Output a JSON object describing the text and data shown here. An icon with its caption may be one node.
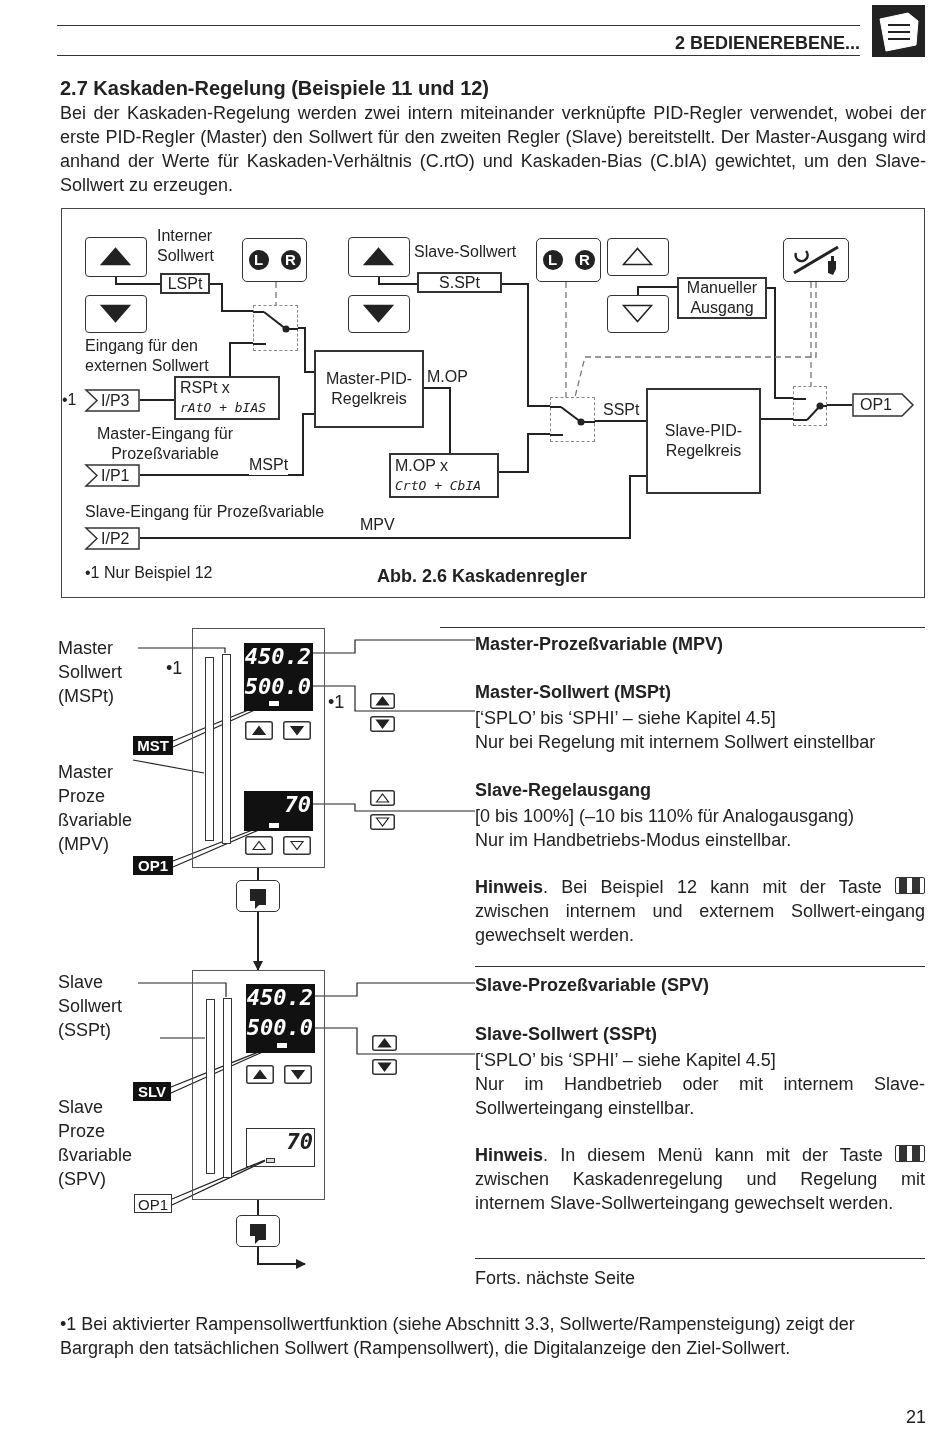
{
  "diagram": {
    "title": "2.7 Kaskaden-Regelung (Beispiele 11 und 12)",
    "caption": "Abb. 2.6 Kaskadenregler",
    "nodes": [
      {
        "text": [],
        "shape": "box"
      },
      {
        "text": [],
        "shape": "box"
      },
      {
        "text": [
          "LSPt"
        ],
        "beside": [
          "Interner Sollwert"
        ]
      },
      {
        "text": [
          "L",
          "R"
        ]
      },
      {
        "text": [],
        "shape": "switch"
      },
      {
        "text": [
          "I/P3"
        ],
        "beside": [
          "•1"
        ]
      },
      {
        "text": [
          "RSPt x",
          "rAtO + bIAS"
        ]
      },
      {
        "text": [
          "Master-PID- Regelkreis"
        ]
      },
      {
        "text": [
          "I/P1"
        ],
        "beside": [
          "Master-Eingang für Prozeßvariable"
        ]
      },
      {
        "text": [
          "M.OP x",
          "CrtO + CbIA"
        ]
      },
      {
        "text": [
          "I/P2"
        ],
        "beside": [
          "Slave-Eingang für Prozeßvariable"
        ]
      },
      {
        "text": [],
        "shape": "box"
      },
      {
        "text": [],
        "shape": "box"
      },
      {
        "text": [
          "S.SPt"
        ]
      },
      {
        "text": [
          "L",
          "R"
        ]
      },
      {
        "text": [],
        "shape": "switch"
      },
      {
        "text": [
          "Slave-PID- Regelkreis"
        ]
      },
      {
        "text": [],
        "shape": "box"
      },
      {
        "text": [],
        "shape": "box"
      },
      {
        "text": [
          "Manueller Ausgang"
        ]
      },
      {
        "text": [],
        "shape": "box"
      },
      {
        "text": [],
        "shape": "switch"
      },
      {
        "text": [
          "OP1"
        ]
      },
      {
        "text": [],
        "shape": "box"
      },
      {
        "text": [
          "450.2"
        ],
        "in": 23
      },
      {
        "text": [
          "500.0"
        ],
        "in": 23
      },
      {
        "text": [
          "70"
        ],
        "in": 23
      },
      {
        "text": [
          "Master Sollwert (MSPt)"
        ]
      },
      {
        "text": [],
        "shape": "bar",
        "in": 23
      },
      {
        "text": [],
        "shape": "bar",
        "in": 23
      },
      {
        "text": [
          "Master Proze ßvariable (MPV)"
        ]
      },
      {
        "text": [
          "MST"
        ]
      },
      {
        "text": [],
        "shape": "box",
        "in": 23
      },
      {
        "text": [
          "OP1"
        ]
      },
      {
        "text": [],
        "shape": "box",
        "in": 23
      },
      {
        "text": [
          "Master-Prozeßvariable (MPV)"
        ]
      },
      {
        "text": [
          "Master-Sollwert (MSPt)",
          "[‘SPLO’ bis ‘SPHI’ – siehe Kapitel 4.5]",
          "Nur bei Regelung mit internem Sollwert einstellbar"
        ]
      },
      {
        "text": [
          "Slave-Regelausgang",
          "[0 bis 100%] (–10 bis 110% für Analogausgang)",
          "Nur im Handbetriebs-Modus einstellbar."
        ]
      },
      {
        "text": [],
        "shape": "box"
      },
      {
        "text": [],
        "shape": "box"
      },
      {
        "text": [
          "450.2"
        ],
        "in": 39
      },
      {
        "text": [
          "500.0"
        ],
        "in": 39
      },
      {
        "text": [
          "70"
        ],
        "in": 39
      },
      {
        "text": [],
        "shape": "bar",
        "in": 39
      },
      {
        "text": [],
        "shape": "bar",
        "in": 39
      },
      {
        "text": [],
        "shape": "box",
        "in": 39
      },
      {
        "text": [],
        "shape": "box",
        "in": 39
      },
      {
        "text": [
          "Slave Sollwert (SSPt)"
        ]
      },
      {
        "text": [
          "SLV"
        ]
      },
      {
        "text": [
          "OP1"
        ]
      },
      {
        "text": [
          "Slave-Prozeßvariable (SPV)"
        ]
      },
      {
        "text": [
          "Slave-Sollwert (SSPt)",
          "[‘SPLO’ bis ‘SPHI’ – siehe Kapitel 4.5]",
          "Nur im Handbetrieb oder mit internem Slave-Sollwerteingang einstellbar."
        ]
      },
      {
        "text": [],
        "shape": "box"
      }
    ],
    "edges": [
      {
        "from": 0,
        "to": 2,
        "arrow": "none"
      },
      {
        "from": 2,
        "to": 4,
        "arrow": "none"
      },
      {
        "from": 3,
        "to": 4,
        "arrow": "none",
        "style": "dashed"
      },
      {
        "from": 6,
        "to": 4,
        "arrow": "none"
      },
      {
        "from": 4,
        "to": 7,
        "arrow": "none"
      },
      {
        "from": 5,
        "to": 6,
        "arrow": "none"
      },
      {
        "from": 8,
        "to": 7,
        "arrow": "none",
        "label": "MSPt"
      },
      {
        "from": 7,
        "to": 9,
        "arrow": "none",
        "label": "M.OP"
      },
      {
        "from": 13,
        "to": 15,
        "arrow": "none"
      },
      {
        "from": 9,
        "to": 15,
        "arrow": "none"
      },
      {
        "from": 14,
        "to": 15,
        "arrow": "none",
        "style": "dashed"
      },
      {
        "from": 15,
        "to": 16,
        "arrow": "none",
        "label": "SSPt"
      },
      {
        "from": 10,
        "to": 16,
        "arrow": "none",
        "label": "MPV"
      },
      {
        "from": 11,
        "to": 13,
        "arrow": "none"
      },
      {
        "from": 18,
        "to": 19,
        "arrow": "none"
      },
      {
        "from": 19,
        "to": 21,
        "arrow": "none"
      },
      {
        "from": 16,
        "to": 21,
        "arrow": "none"
      },
      {
        "from": 20,
        "to": 21,
        "arrow": "none",
        "style": "dashed"
      },
      {
        "from": 20,
        "to": 15,
        "arrow": "none",
        "style": "dashed"
      },
      {
        "from": 21,
        "to": 22,
        "arrow": "none"
      },
      {
        "from": 27,
        "to": 29,
        "arrow": "none"
      },
      {
        "from": 30,
        "to": 28,
        "arrow": "none"
      },
      {
        "from": 31,
        "to": 32,
        "arrow": "none"
      },
      {
        "from": 33,
        "to": 34,
        "arrow": "none"
      },
      {
        "from": 24,
        "to": 35,
        "arrow": "none"
      },
      {
        "from": 25,
        "to": 36,
        "arrow": "none"
      },
      {
        "from": 26,
        "to": 37,
        "arrow": "none"
      },
      {
        "from": 23,
        "to": 38,
        "arrow": "none"
      },
      {
        "from": 38,
        "to": 39,
        "arrow": "to"
      },
      {
        "from": 47,
        "to": 44,
        "arrow": "none"
      },
      {
        "from": null,
        "to": 43,
        "arrow": "none"
      },
      {
        "from": 48,
        "to": 45,
        "arrow": "none"
      },
      {
        "from": 49,
        "to": 46,
        "arrow": "none"
      },
      {
        "from": 40,
        "to": 50,
        "arrow": "none"
      },
      {
        "from": 41,
        "to": 51,
        "arrow": "none"
      },
      {
        "from": 39,
        "to": 52,
        "arrow": "none"
      },
      {
        "from": 52,
        "to": null,
        "arrow": "to"
      }
    ],
    "labels": [
      "2 BEDIENEREBENE...",
      "Bei der Kaskaden-Regelung werden zwei intern miteinander verknüpfte PID-Regler verwendet, wobei der erste PID-Regler (Master) den Sollwert für den zweiten Regler (Slave) bereitstellt. Der Master-Ausgang wird anhand der Werte für Kaskaden-Verhältnis (C.rtO) und Kaskaden-Bias (C.bIA) gewichtet, um den Slave-Sollwert zu erzeugen.",
      "Slave-Sollwert",
      "Eingang für den externen Sollwert",
      "•1 Nur Beispiel 12",
      "•1",
      "•1",
      "Slave Proze ßvariable (SPV)",
      "**Hinweis**. Bei Beispiel 12 kann mit der Taste",
      "zwischen internem und externem Sollwert-eingang gewechselt werden.",
      "**Hinweis**. In diesem Menü kann mit der Taste",
      "zwischen Kaskadenregelung und Regelung mit internem Slave-Sollwerteingang gewechselt werden.",
      "Forts. nächste Seite",
      "•1  Bei aktivierter Rampensollwertfunktion (siehe Abschnitt 3.3, Sollwerte/Rampensteigung) zeigt der Bargraph den tatsächlichen Sollwert (Rampensollwert), die Digitalanzeige den Ziel-Sollwert.",
      "21"
    ]
  }
}
